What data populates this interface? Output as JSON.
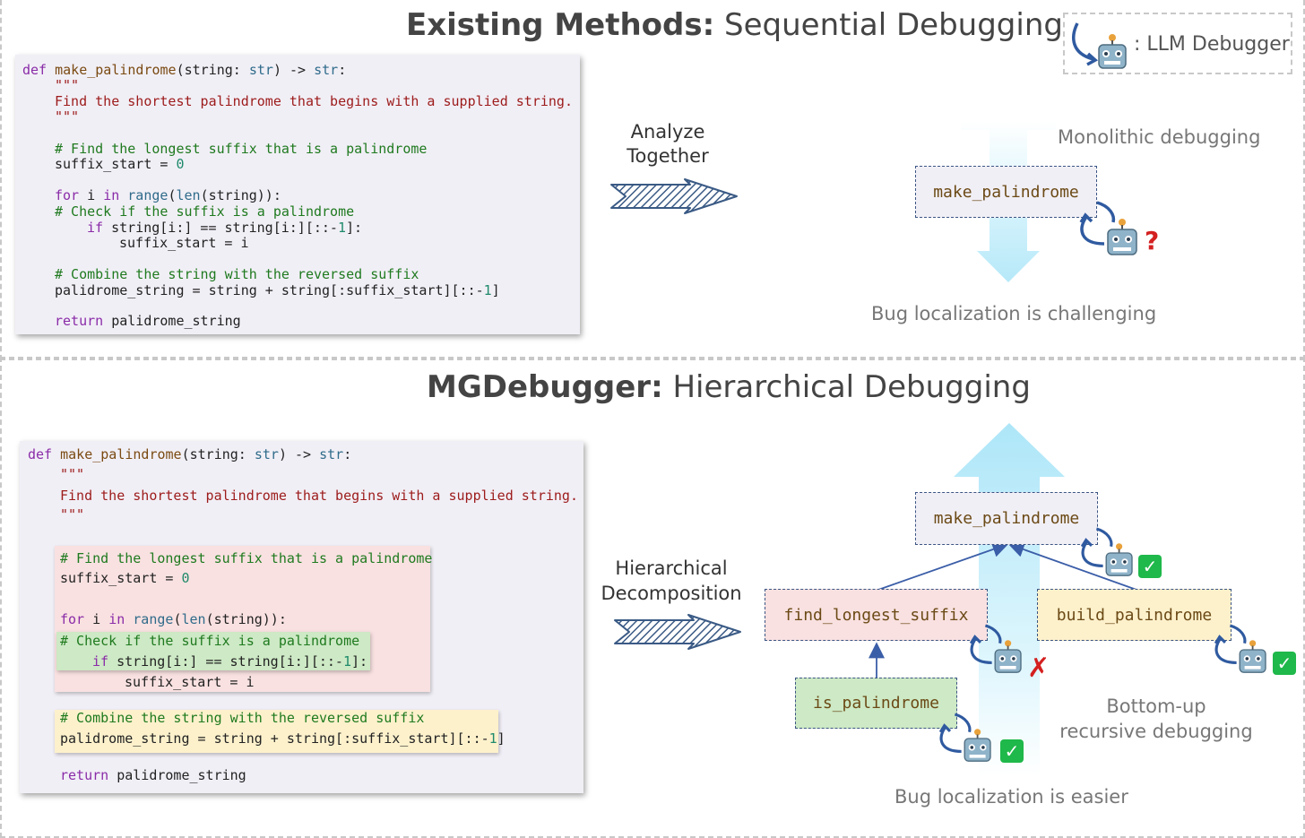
{
  "top": {
    "title_bold": "Existing Methods:",
    "title_rest": " Sequential Debugging",
    "legend_label": ": LLM Debugger",
    "code": {
      "l1_def": "def ",
      "l1_fn": "make_palindrome",
      "l1_args_a": "(string: ",
      "l1_ty1": "str",
      "l1_args_b": ") -> ",
      "l1_ty2": "str",
      "l1_end": ":",
      "l2": "\"\"\"",
      "l3": "Find the shortest palindrome that begins with a supplied string.",
      "l4": "\"\"\"",
      "l5": "# Find the longest suffix that is a palindrome",
      "l6_a": "suffix_start = ",
      "l6_num": "0",
      "l7_for": "for ",
      "l7_i": "i ",
      "l7_in": "in ",
      "l7_range": "range",
      "l7_paren": "(",
      "l7_len": "len",
      "l7_rest": "(string)):",
      "l8": "# Check if the suffix is a palindrome",
      "l9_if": "if ",
      "l9_a": "string[i:] == string[i:][::-",
      "l9_num": "1",
      "l9_b": "]:",
      "l10": "suffix_start = i",
      "l11": "# Combine the string with the reversed suffix",
      "l12_a": "palidrome_string = string + string[:suffix_start][::-",
      "l12_num": "1",
      "l12_b": "]",
      "l13_ret": "return ",
      "l13_rest": "palidrome_string"
    },
    "arrow_label_1": "Analyze",
    "arrow_label_2": "Together",
    "node": "make_palindrome",
    "note_mono": "Monolithic debugging",
    "note_bug": "Bug localization is challenging",
    "question": "?"
  },
  "bottom": {
    "title_bold": "MGDebugger:",
    "title_rest": " Hierarchical Debugging",
    "arrow_label_1": "Hierarchical",
    "arrow_label_2": "Decomposition",
    "nodes": {
      "root": "make_palindrome",
      "left": "find_longest_suffix",
      "right": "build_palindrome",
      "leaf": "is_palindrome"
    },
    "note_bottom_up_1": "Bottom-up",
    "note_bottom_up_2": "recursive debugging",
    "note_bug": "Bug localization is easier",
    "check": "✓",
    "cross": "✗"
  },
  "colors": {
    "panel": "#f1eff6",
    "pink": "#f9e1e1",
    "green": "#cde9c5",
    "yellow": "#fdf1cc",
    "node_border": "#3b5583",
    "arrow_glow": "#b9ecfb"
  }
}
